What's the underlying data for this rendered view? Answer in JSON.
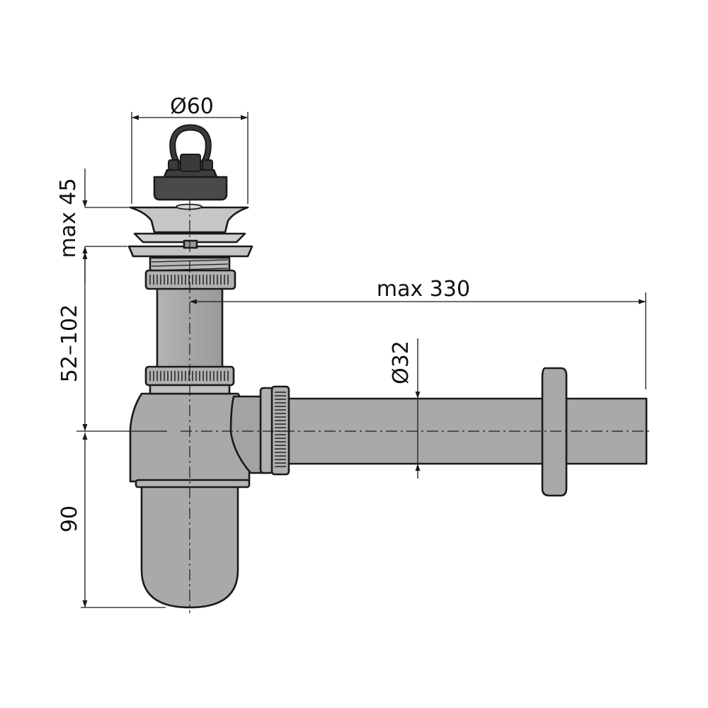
{
  "dimensions": {
    "top_diameter": "Ø60",
    "plug_height": "max 45",
    "height_range": "52–102",
    "trap_depth": "90",
    "outlet_length": "max 330",
    "pipe_diameter": "Ø32"
  },
  "colors": {
    "metal_light": "#c8c8c8",
    "metal": "#a9a9a9",
    "metal_dark": "#8c8c8c",
    "rubber": "#4a4a4a",
    "outline": "#1a1a1a"
  }
}
